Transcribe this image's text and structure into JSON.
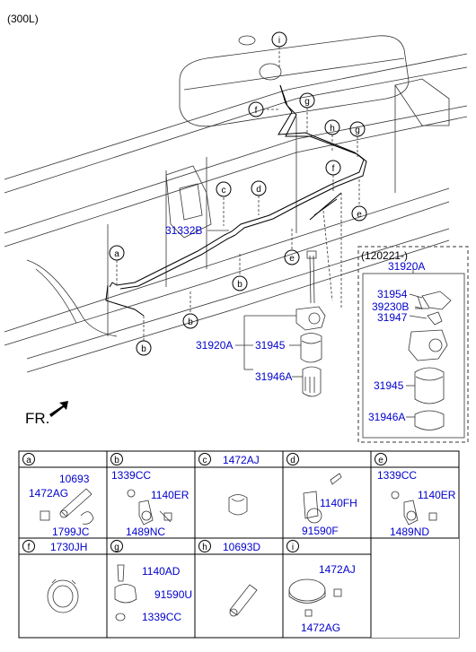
{
  "header": {
    "model": "(300L)",
    "direction": "FR."
  },
  "callouts": [
    "a",
    "b",
    "b",
    "b",
    "c",
    "d",
    "e",
    "e",
    "f",
    "f",
    "g",
    "g",
    "h",
    "i"
  ],
  "main_labels": {
    "hose_31332B": "31332B",
    "assy_31920A": "31920A",
    "filter_31945": "31945",
    "cap_31946A": "31946A"
  },
  "detail_box": {
    "date": "(120221-)",
    "assy": "31920A",
    "p1": "31954",
    "p2": "39230B",
    "p3": "31947",
    "p4": "31945",
    "p5": "31946A"
  },
  "table": {
    "a": {
      "letter": "a",
      "p1": "10693",
      "p2": "1472AG",
      "p3": "1799JC"
    },
    "b": {
      "letter": "b",
      "p1": "1339CC",
      "p2": "1140ER",
      "p3": "1489NC"
    },
    "c": {
      "letter": "c",
      "p1": "1472AJ"
    },
    "d": {
      "letter": "d",
      "p1": "1140FH",
      "p2": "91590F"
    },
    "e": {
      "letter": "e",
      "p1": "1339CC",
      "p2": "1140ER",
      "p3": "1489ND"
    },
    "f": {
      "letter": "f",
      "p1": "1730JH"
    },
    "g": {
      "letter": "g",
      "p1": "1140AD",
      "p2": "91590U",
      "p3": "1339CC"
    },
    "h": {
      "letter": "h",
      "p1": "10693D"
    },
    "i": {
      "letter": "i",
      "p1": "1472AJ",
      "p2": "1472AG"
    }
  }
}
